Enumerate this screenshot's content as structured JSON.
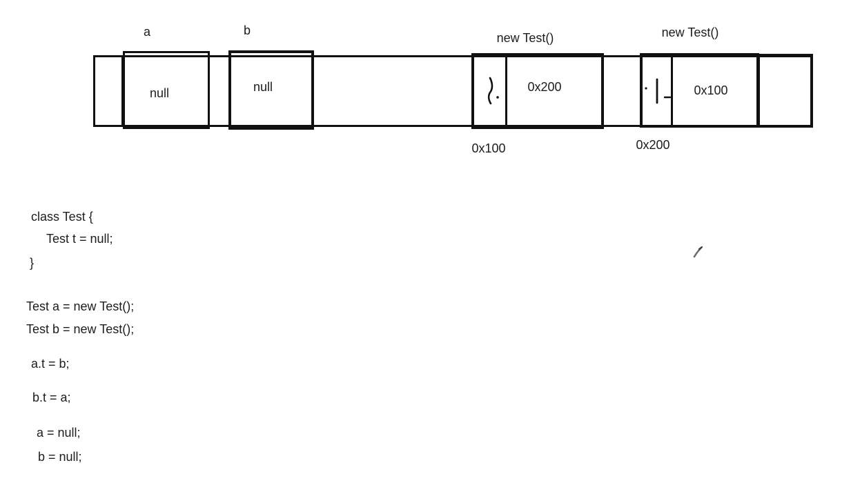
{
  "canvas": {
    "background": "#ffffff",
    "ink_color": "#111111",
    "pencil_color": "#6b6b6b"
  },
  "diagram": {
    "label_a": "a",
    "label_b": "b",
    "cell_a_value": "null",
    "cell_b_value": "null",
    "obj1_label": "new Test()",
    "obj1_field_value": "0x200",
    "obj1_address": "0x100",
    "obj2_label": "new Test()",
    "obj2_field_value": "0x100",
    "obj2_address": "0x200",
    "marks": {
      "obj1_field_mark": "handwritten-squiggle-with-dot",
      "obj2_field_mark": "handwritten-vertical-stroke-with-dots",
      "stray_mark": "small-gray-pencil-stroke"
    }
  },
  "code": {
    "lines": [
      "class Test {",
      "Test t = null;",
      "}",
      "Test a = new Test();",
      "Test b = new Test();",
      "a.t = b;",
      "b.t = a;",
      "a = null;",
      "b = null;"
    ]
  }
}
